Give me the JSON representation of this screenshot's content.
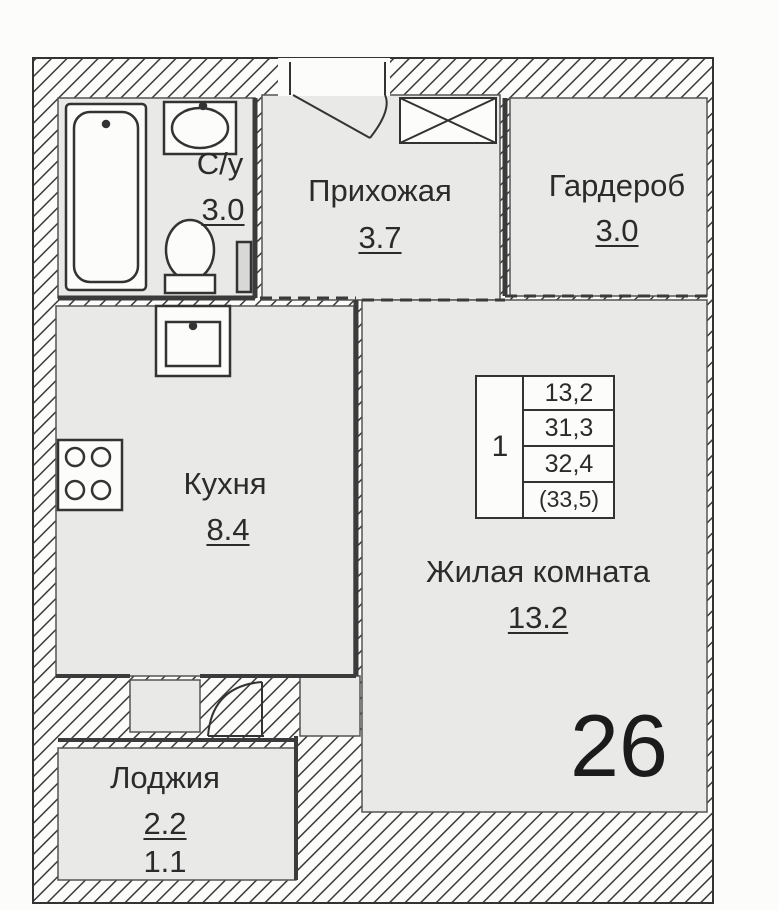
{
  "rooms": {
    "bathroom": {
      "name": "С/у",
      "area": "3.0"
    },
    "hallway": {
      "name": "Прихожая",
      "area": "3.7"
    },
    "wardrobe": {
      "name": "Гардероб",
      "area": "3.0"
    },
    "kitchen": {
      "name": "Кухня",
      "area": "8.4"
    },
    "living_room": {
      "name": "Жилая комната",
      "area": "13.2"
    },
    "loggia": {
      "name": "Лоджия",
      "area": "2.2",
      "area_reduced": "1.1"
    }
  },
  "summary_table": {
    "rooms_count": "1",
    "living_area": "13,2",
    "total_area": "31,3",
    "total_with_loggia": "32,4",
    "total_with_loggia_full": "(33,5)"
  },
  "apartment_number": "26",
  "colors": {
    "floor": "#e9e9e7",
    "wall_hatch": "#3a3a3a",
    "background": "#fcfcfa"
  }
}
